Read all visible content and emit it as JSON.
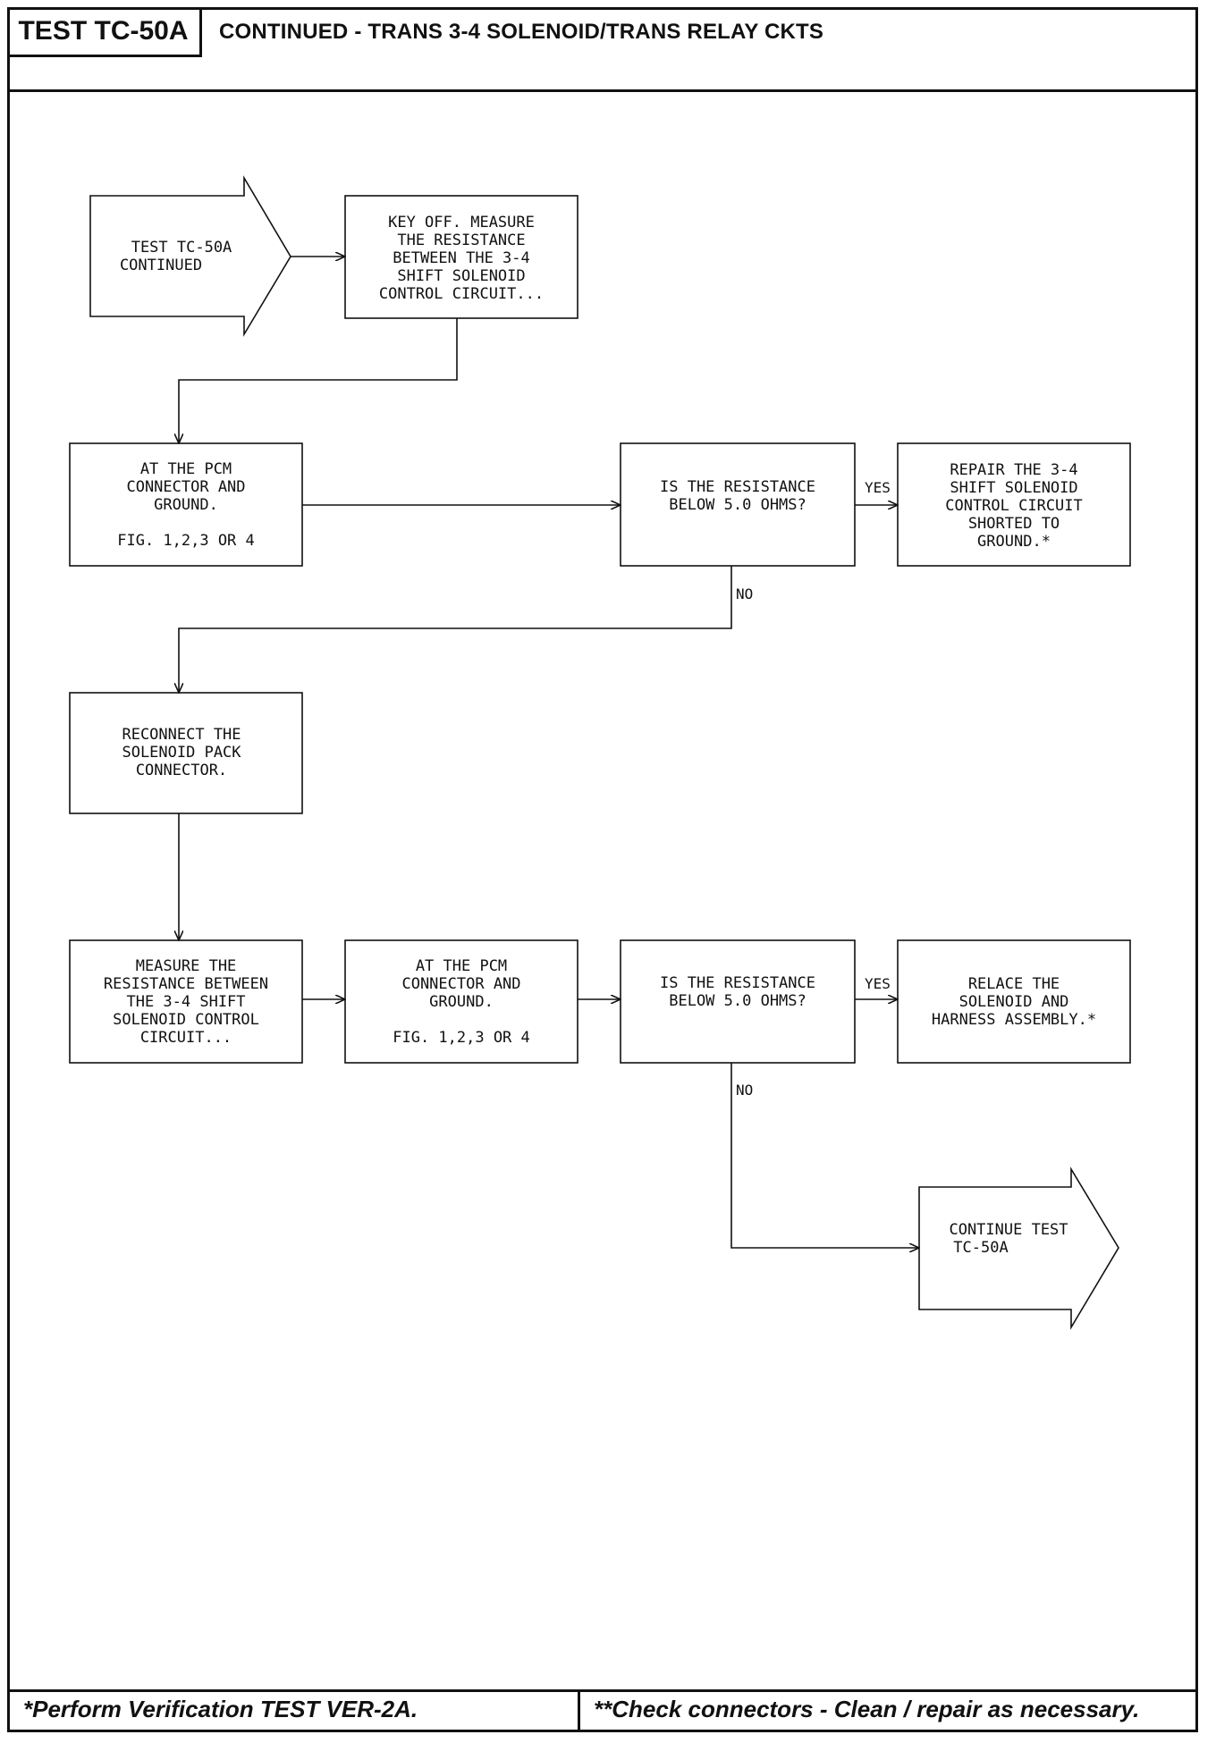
{
  "header": {
    "test_id": "TEST TC-50A",
    "title": "CONTINUED - TRANS 3-4 SOLENOID/TRANS RELAY CKTS"
  },
  "flowchart": {
    "start": [
      "TEST TC-50A",
      "CONTINUED"
    ],
    "step_key_off": [
      "KEY OFF. MEASURE",
      "THE RESISTANCE",
      "BETWEEN THE 3-4",
      "SHIFT SOLENOID",
      "CONTROL CIRCUIT..."
    ],
    "step_pcm_1": [
      "AT THE PCM",
      "CONNECTOR AND",
      "GROUND.",
      "",
      "FIG. 1,2,3 OR 4"
    ],
    "decision_1": [
      "IS THE RESISTANCE",
      "BELOW 5.0 OHMS?"
    ],
    "repair_1": [
      "REPAIR THE 3-4",
      "SHIFT SOLENOID",
      "CONTROL CIRCUIT",
      "SHORTED TO",
      "GROUND.*"
    ],
    "step_reconnect": [
      "RECONNECT THE",
      "SOLENOID PACK",
      "CONNECTOR."
    ],
    "step_measure": [
      "MEASURE THE",
      "RESISTANCE BETWEEN",
      "THE 3-4 SHIFT",
      "SOLENOID CONTROL",
      "CIRCUIT..."
    ],
    "step_pcm_2": [
      "AT THE PCM",
      "CONNECTOR AND",
      "GROUND.",
      "",
      "FIG. 1,2,3 OR 4"
    ],
    "decision_2": [
      "IS THE RESISTANCE",
      "BELOW 5.0 OHMS?"
    ],
    "repair_2": [
      "RELACE THE",
      "SOLENOID AND",
      "HARNESS ASSEMBLY.*"
    ],
    "end": [
      "CONTINUE TEST",
      "TC-50A"
    ],
    "yes_label": "YES",
    "no_label": "NO"
  },
  "footer": {
    "left": "*Perform Verification TEST VER-2A.",
    "right": "**Check connectors - Clean / repair as necessary."
  }
}
